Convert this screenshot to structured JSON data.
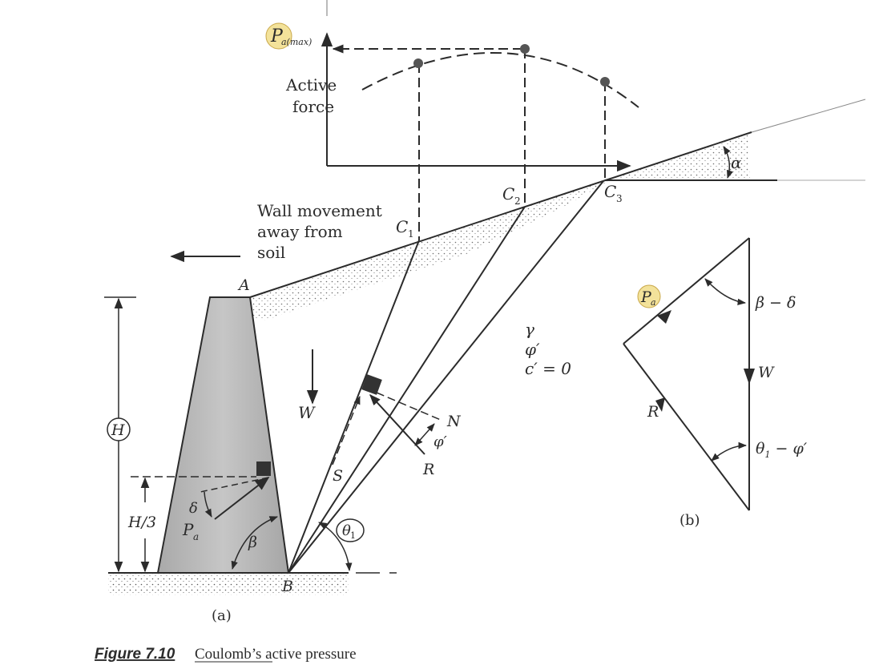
{
  "colors": {
    "ink": "#2b2b2b",
    "wall_fill": "#b5b5b5",
    "highlight": "#f3e29a",
    "paper": "#ffffff"
  },
  "graph": {
    "pa_max_main": "P",
    "pa_max_sub": "a(max)",
    "ylabel_line1": "Active",
    "ylabel_line2": "force",
    "c1_main": "C",
    "c1_sub": "1",
    "c2_main": "C",
    "c2_sub": "2",
    "c3_main": "C",
    "c3_sub": "3"
  },
  "part_a": {
    "wall_movement_line1": "Wall movement",
    "wall_movement_line2": "away from",
    "wall_movement_line3": "soil",
    "point_a": "A",
    "point_b": "B",
    "height": "H",
    "height_third": "H/3",
    "weight": "W",
    "slip_length": "S",
    "normal": "N",
    "resultant": "R",
    "phi_prime": "φ′",
    "delta": "δ",
    "pa_main": "P",
    "pa_sub": "a",
    "beta": "β",
    "theta1_main": "θ",
    "theta1_sub": "1",
    "alpha": "α",
    "gamma": "γ",
    "phi_soil": "φ′",
    "cohesion": "c′ = 0",
    "label": "(a)"
  },
  "part_b": {
    "pa_main": "P",
    "pa_sub": "a",
    "beta_minus_delta": "β − δ",
    "weight": "W",
    "resultant": "R",
    "theta1_minus_phi": "θ",
    "theta1_minus_phi_sub": "1",
    "theta1_minus_phi_rest": " − φ′",
    "label": "(b)"
  },
  "caption": {
    "figure_number": "Figure 7.10",
    "title": "Coulomb’s active pressure"
  }
}
